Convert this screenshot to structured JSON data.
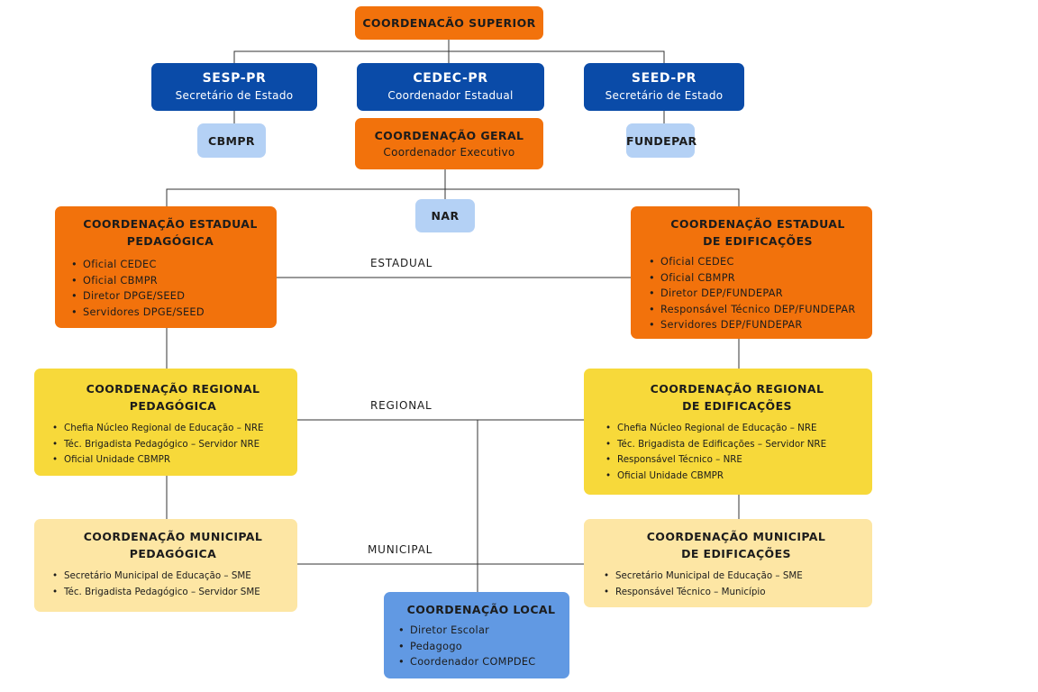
{
  "top": {
    "title": "COORDENACÃO SUPERIOR"
  },
  "sesp": {
    "title": "SESP-PR",
    "subtitle": "Secretário de Estado"
  },
  "cedec": {
    "title": "CEDEC-PR",
    "subtitle": "Coordenador Estadual"
  },
  "seed": {
    "title": "SEED-PR",
    "subtitle": "Secretário de Estado"
  },
  "cbmpr": {
    "title": "CBMPR"
  },
  "fundepar": {
    "title": "FUNDEPAR"
  },
  "geral": {
    "title": "COORDENAÇÃO GERAL",
    "subtitle": "Coordenador Executivo"
  },
  "nar": {
    "title": "NAR"
  },
  "estadual_pedagogica": {
    "title_line1": "COORDENAÇÃO ESTADUAL",
    "title_line2": "PEDAGÓGICA",
    "items": [
      "Oficial CEDEC",
      "Oficial CBMPR",
      "Diretor DPGE/SEED",
      "Servidores DPGE/SEED"
    ]
  },
  "estadual_edificacoes": {
    "title_line1": "COORDENAÇÃO ESTADUAL",
    "title_line2": "DE EDIFICAÇÕES",
    "items": [
      "Oficial CEDEC",
      "Oficial CBMPR",
      "Diretor DEP/FUNDEPAR",
      "Responsável Técnico DEP/FUNDEPAR",
      "Servidores DEP/FUNDEPAR"
    ]
  },
  "regional_pedagogica": {
    "title_line1": "COORDENAÇÃO REGIONAL",
    "title_line2": "PEDAGÓGICA",
    "items": [
      "Chefia Núcleo Regional de Educação  – NRE",
      "Téc. Brigadista Pedagógico  –  Servidor  NRE",
      "Oficial Unidade CBMPR"
    ]
  },
  "regional_edificacoes": {
    "title_line1": "COORDENAÇÃO REGIONAL",
    "title_line2": "DE EDIFICAÇÕES",
    "items": [
      "Chefia Núcleo Regional de Educação  – NRE",
      "Téc. Brigadista de Edificações  – Servidor NRE",
      "Responsável Técnico – NRE",
      "Oficial Unidade CBMPR"
    ]
  },
  "municipal_pedagogica": {
    "title_line1": "COORDENAÇÃO MUNICIPAL",
    "title_line2": "PEDAGÓGICA",
    "items": [
      "Secretário Municipal de Educação – SME",
      "Téc. Brigadista Pedagógico – Servidor SME"
    ]
  },
  "municipal_edificacoes": {
    "title_line1": "COORDENAÇÃO MUNICIPAL",
    "title_line2": "DE EDIFICAÇÕES",
    "items": [
      "Secretário Municipal de Educação – SME",
      "Responsável Técnico – Município"
    ]
  },
  "local": {
    "title": "COORDENAÇÃO LOCAL",
    "items": [
      "Diretor Escolar",
      "Pedagogo",
      "Coordenador COMPDEC"
    ]
  },
  "levels": {
    "estadual": "ESTADUAL",
    "regional": "REGIONAL",
    "municipal": "MUNICIPAL"
  },
  "colors": {
    "orange": "#f2720c",
    "dark_blue": "#0a4ba8",
    "light_blue": "#b4d1f5",
    "yellow": "#f7d93a",
    "cream": "#fde6a4",
    "medium_blue": "#6199e3",
    "line": "#333333"
  }
}
